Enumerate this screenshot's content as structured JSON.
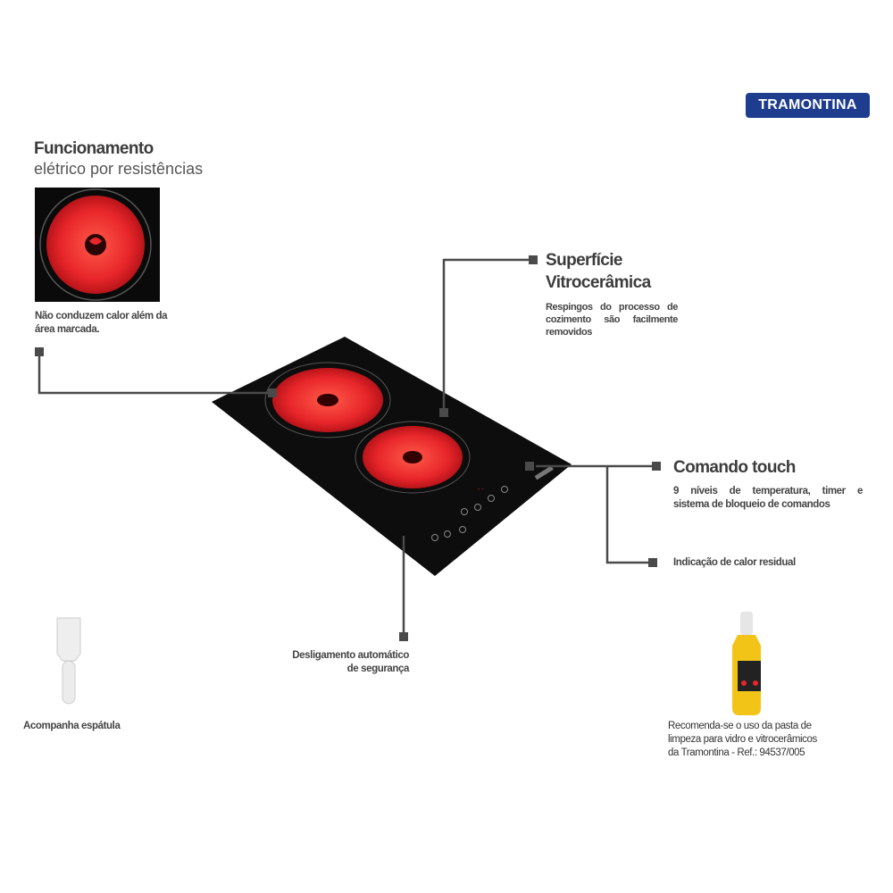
{
  "brand": {
    "logo_text": "TRAMONTINA",
    "color": "#1f3d8f"
  },
  "features": {
    "heating": {
      "title": "Funcionamento",
      "subtitle": "elétrico por resistências",
      "note_line1": "Não conduzem calor além da",
      "note_line2": "área marcada."
    },
    "surface": {
      "title_line1": "Superfície",
      "title_line2": "Vitrocerâmica",
      "desc_line1": "Respingos do processo de",
      "desc_line2": "cozimento são facilmente",
      "desc_line3": "removidos"
    },
    "touch": {
      "title": "Comando touch",
      "desc_line1": "9 níveis de temperatura, timer e",
      "desc_line2": "sistema de bloqueio de comandos"
    },
    "residual": {
      "label": "Indicação de calor residual"
    },
    "shutdown": {
      "line1": "Desligamento automático",
      "line2": "de segurança"
    },
    "spatula": {
      "label": "Acompanha espátula"
    },
    "cleaner": {
      "line1": "Recomenda-se o uso da pasta de",
      "line2": "limpeza para vidro e vitrocerâmicos",
      "line3": "da Tramontina - Ref.: 94537/005"
    }
  },
  "colors": {
    "burner": "#e8262a",
    "glass": "#0d0d0d",
    "callout": "#4a4a4a"
  }
}
